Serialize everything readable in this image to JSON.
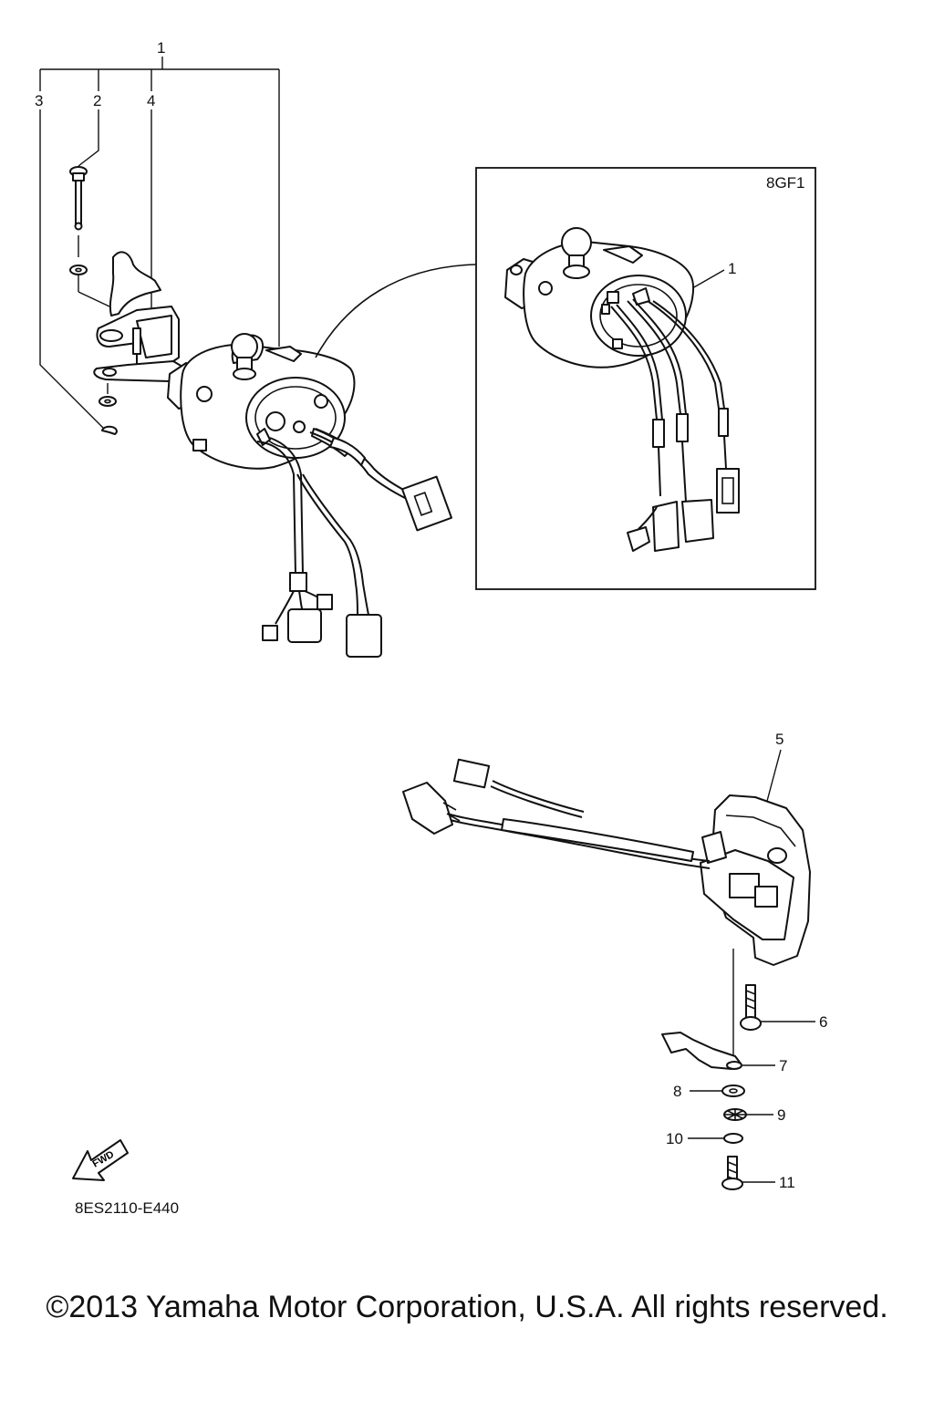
{
  "callouts": {
    "n1": "1",
    "n2": "2",
    "n3": "3",
    "n4": "4",
    "inset_n1": "1",
    "n5": "5",
    "n6": "6",
    "n7": "7",
    "n8": "8",
    "n9": "9",
    "n10": "10",
    "n11": "11"
  },
  "inset_label": "8GF1",
  "fwd_label": "FWD",
  "diagram_code": "8ES2110-E440",
  "copyright": "©2013 Yamaha Motor Corporation, U.S.A. All rights reserved."
}
